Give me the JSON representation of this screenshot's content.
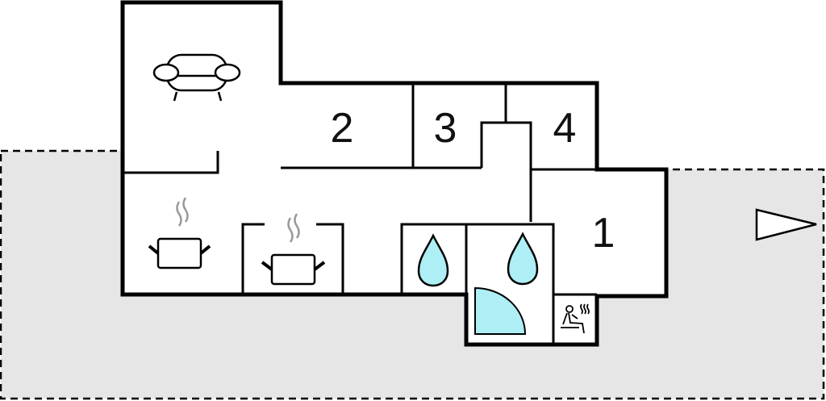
{
  "colors": {
    "terrace": "#e6e6e6",
    "wall": "#000000",
    "water": "#aeeef5",
    "steam": "#999999"
  },
  "rooms": [
    {
      "id": "room-1",
      "label": "1"
    },
    {
      "id": "room-2",
      "label": "2"
    },
    {
      "id": "room-3",
      "label": "3"
    },
    {
      "id": "room-4",
      "label": "4"
    }
  ],
  "icons": [
    "sofa-icon",
    "cooking-pot-icon",
    "cooking-pot-icon",
    "water-drop-icon",
    "water-drop-icon",
    "shower-icon",
    "sauna-icon",
    "entrance-arrow-icon"
  ]
}
